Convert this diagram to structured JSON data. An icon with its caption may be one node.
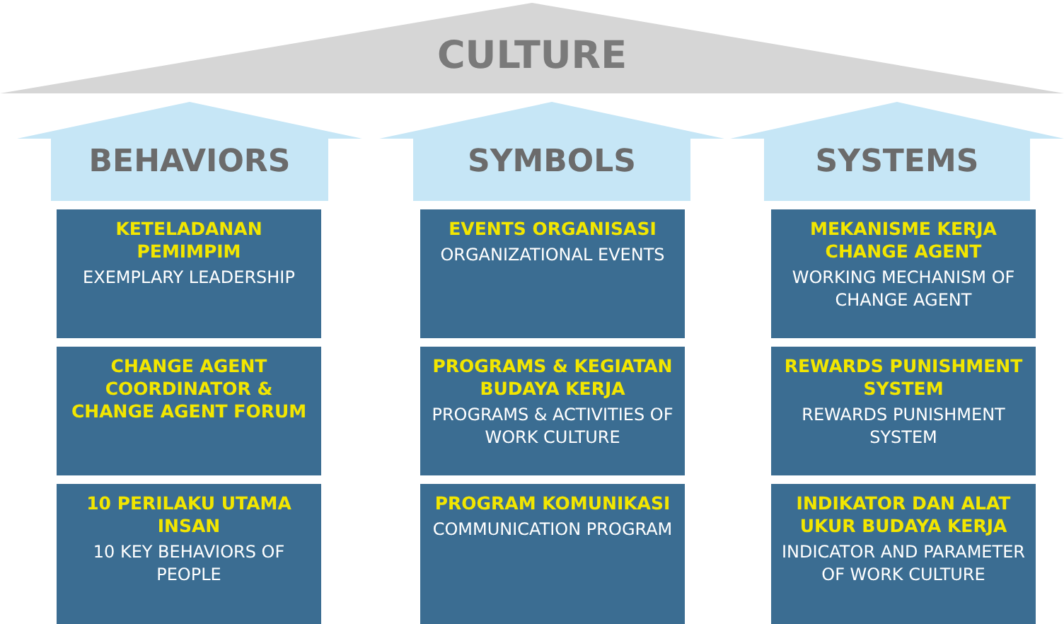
{
  "diagram": {
    "nodes": [
      {
        "text": [
          "CULTURE"
        ]
      },
      {
        "text": [
          "BEHAVIORS"
        ]
      },
      {
        "text": [
          "SYMBOLS"
        ]
      },
      {
        "text": [
          "SYSTEMS"
        ]
      },
      {
        "text": [
          "KETELADANAN PEMIMPIM",
          "EXEMPLARY LEADERSHIP"
        ]
      },
      {
        "text": [
          "EVENTS ORGANISASI",
          "ORGANIZATIONAL EVENTS"
        ]
      },
      {
        "text": [
          "MEKANISME KERJA CHANGE AGENT",
          "WORKING MECHANISM OF CHANGE AGENT"
        ]
      },
      {
        "text": [
          "CHANGE AGENT COORDINATOR & CHANGE AGENT FORUM"
        ]
      },
      {
        "text": [
          "PROGRAMS & KEGIATAN BUDAYA KERJA",
          "PROGRAMS & ACTIVITIES OF WORK CULTURE"
        ]
      },
      {
        "text": [
          "REWARDS PUNISHMENT SYSTEM",
          "REWARDS PUNISHMENT SYSTEM"
        ]
      },
      {
        "text": [
          "10 PERILAKU UTAMA INSAN",
          "10 KEY BEHAVIORS OF PEOPLE"
        ]
      },
      {
        "text": [
          "PROGRAM KOMUNIKASI",
          "COMMUNICATION PROGRAM"
        ]
      },
      {
        "text": [
          "INDIKATOR DAN ALAT UKUR BUDAYA KERJA",
          "INDICATOR AND PARAMETER OF WORK CULTURE"
        ]
      }
    ],
    "edges": []
  }
}
